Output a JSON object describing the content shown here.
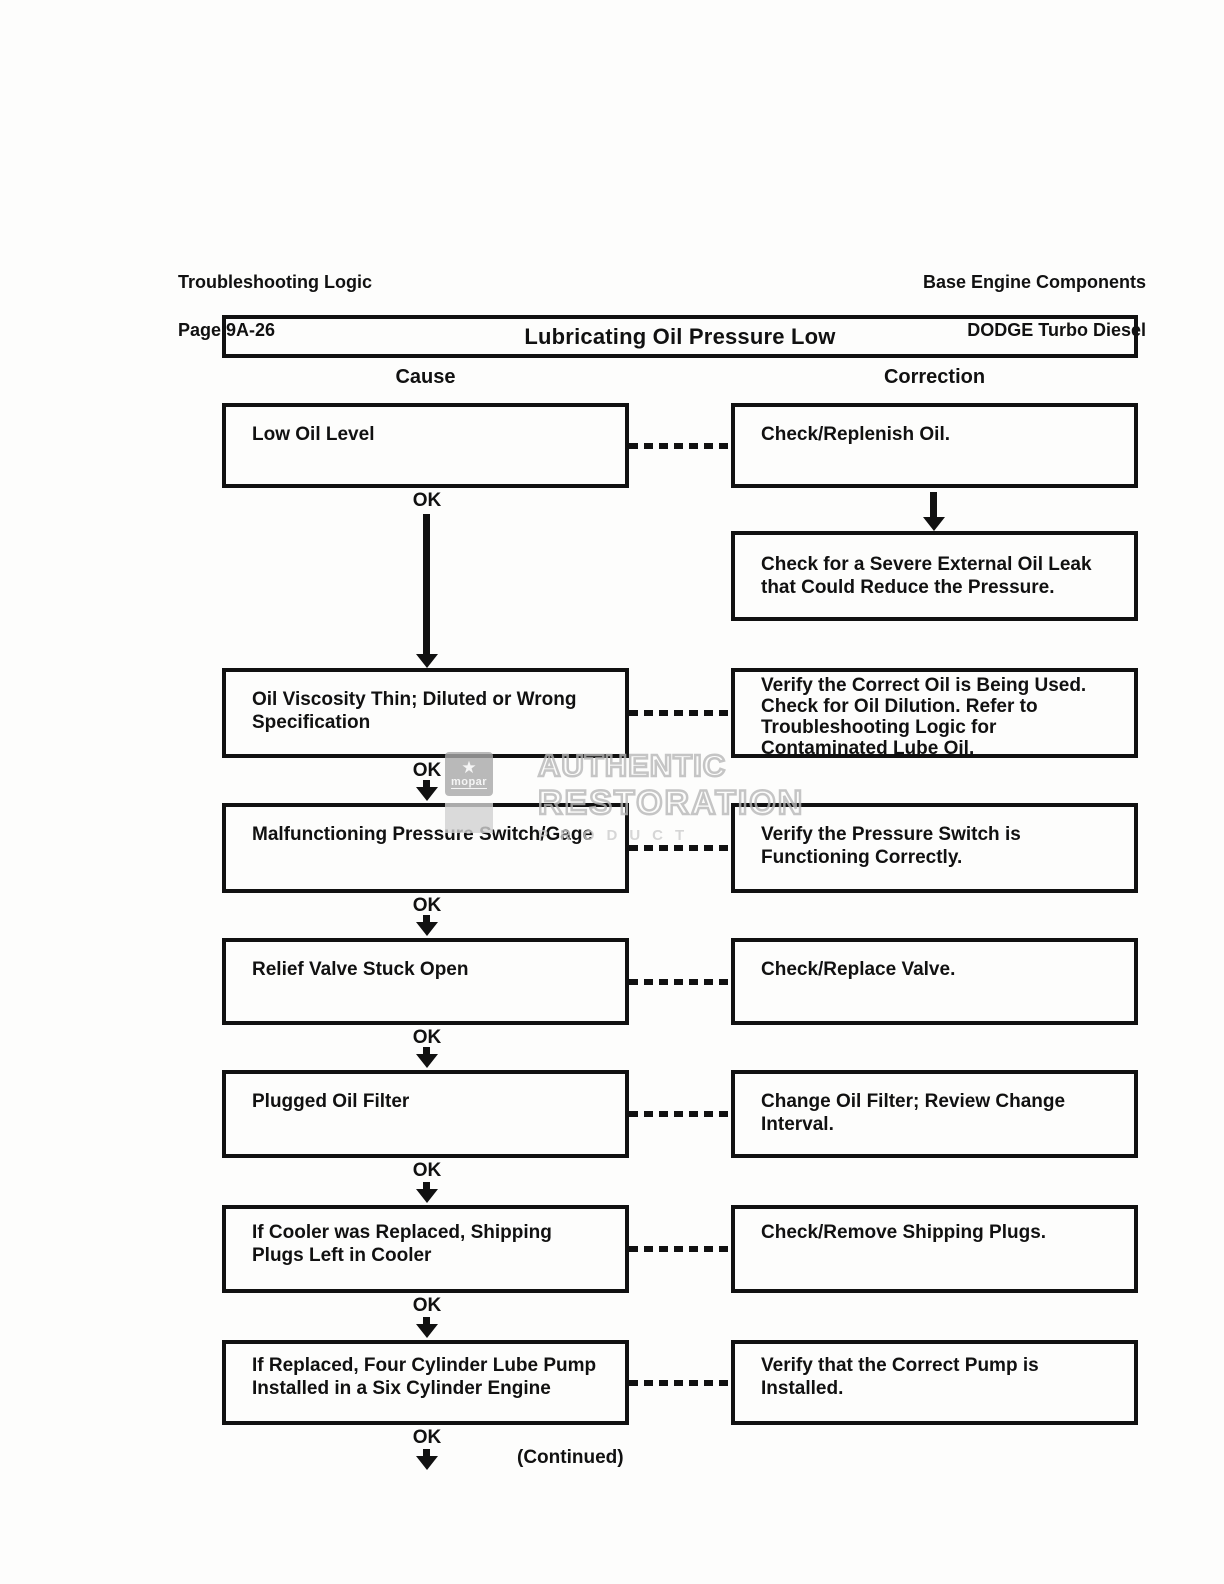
{
  "header": {
    "left": [
      "Troubleshooting Logic",
      "Page 9A-26"
    ],
    "right": [
      "Base Engine Components",
      "DODGE Turbo Diesel"
    ]
  },
  "diagram": {
    "title": "Lubricating Oil Pressure Low",
    "columns": {
      "cause": "Cause",
      "correction": "Correction"
    },
    "ok_label": "OK",
    "continued_label": "(Continued)",
    "rows": [
      {
        "cause": "Low Oil Level",
        "correction": "Check/Replenish Oil.",
        "followup_correction": "Check for a Severe External Oil Leak\nthat Could Reduce the Pressure."
      },
      {
        "cause": "Oil Viscosity Thin; Diluted or Wrong\nSpecification",
        "correction": "Verify the Correct Oil is Being Used.\nCheck for Oil Dilution. Refer to\nTroubleshooting Logic for\nContaminated Lube Oil."
      },
      {
        "cause": "Malfunctioning Pressure Switch/Gage",
        "correction": "Verify the Pressure Switch is\nFunctioning Correctly."
      },
      {
        "cause": "Relief Valve Stuck Open",
        "correction": "Check/Replace Valve."
      },
      {
        "cause": "Plugged Oil Filter",
        "correction": "Change Oil Filter; Review Change\nInterval."
      },
      {
        "cause": "If Cooler was Replaced, Shipping\nPlugs Left in Cooler",
        "correction": "Check/Remove Shipping Plugs."
      },
      {
        "cause": "If Replaced, Four Cylinder Lube Pump\nInstalled in a Six Cylinder Engine",
        "correction": "Verify that the Correct Pump is\nInstalled."
      }
    ]
  },
  "watermark": {
    "line1": "AUTHENTIC",
    "line2": "RESTORATION",
    "line3": "PRODUCT",
    "logo_text": "mopar"
  },
  "colors": {
    "ink": "#111111",
    "watermark_gray": "#b8b8b8"
  }
}
